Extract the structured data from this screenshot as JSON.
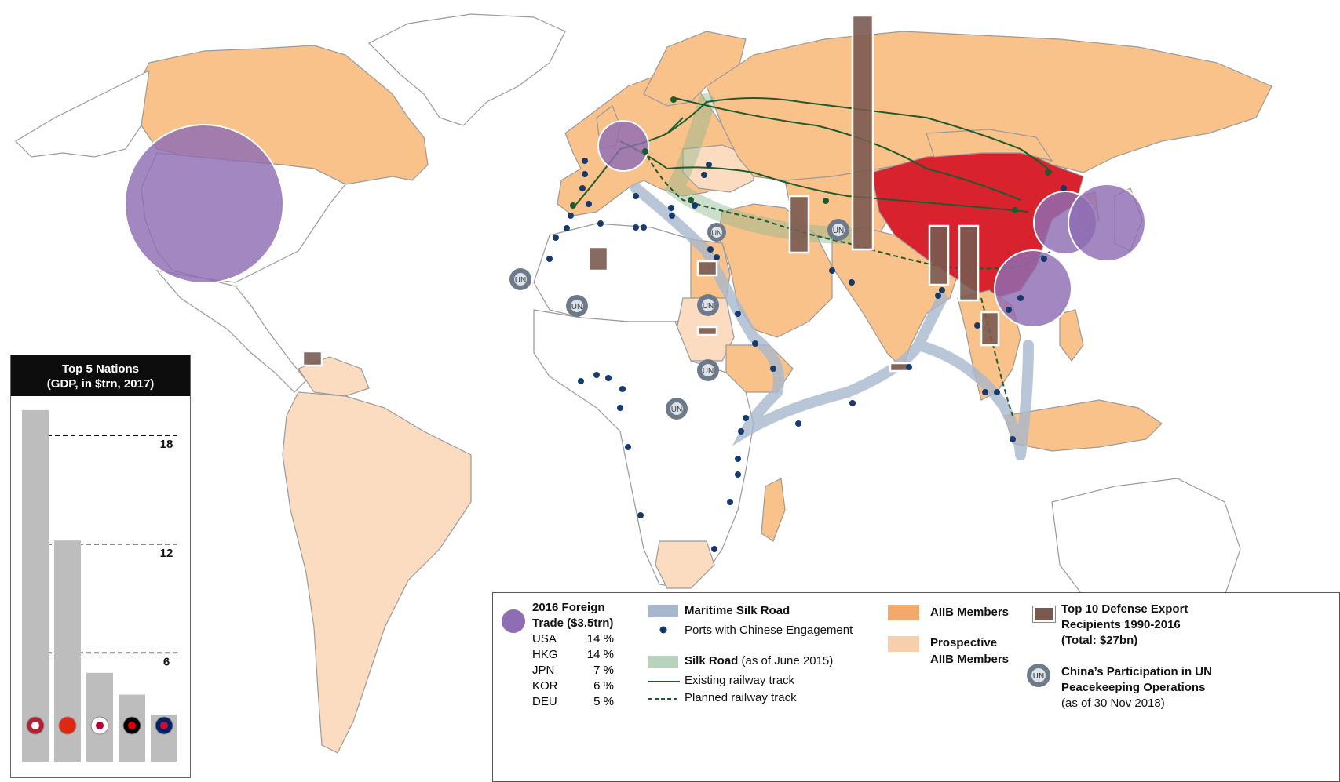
{
  "gdp_panel": {
    "title_line1": "Top 5 Nations",
    "title_line2": "(GDP, in $trn, 2017)"
  },
  "chart_data": {
    "type": "bar",
    "title": "Top 5 Nations (GDP, in $trn, 2017)",
    "categories": [
      "USA",
      "CHN",
      "JPN",
      "DEU",
      "GBR"
    ],
    "values": [
      19.4,
      12.2,
      4.9,
      3.7,
      2.6
    ],
    "yticks": [
      6,
      12,
      18
    ],
    "ylim": [
      0,
      20
    ],
    "grid": "dashed",
    "category_icons": [
      "us-flag-icon",
      "china-flag-icon",
      "japan-flag-icon",
      "germany-flag-icon",
      "uk-flag-icon"
    ]
  },
  "legend": {
    "trade_title_line1": "2016 Foreign",
    "trade_title_line2": "Trade ($3.5trn)",
    "trade_rows": [
      {
        "code": "USA",
        "pct": "14 %"
      },
      {
        "code": "HKG",
        "pct": "14 %"
      },
      {
        "code": "JPN",
        "pct": "7 %"
      },
      {
        "code": "KOR",
        "pct": "6 %"
      },
      {
        "code": "DEU",
        "pct": "5 %"
      }
    ],
    "maritime": "Maritime Silk Road",
    "ports": "Ports with Chinese Engagement",
    "silk_road_bold": "Silk Road",
    "silk_road_note": "(as of June 2015)",
    "existing_rail": "Existing railway track",
    "planned_rail": "Planned railway track",
    "aiib": "AIIB Members",
    "prospective_line1": "Prospective",
    "prospective_line2": "AIIB Members",
    "defense_line1": "Top 10 Defense Export",
    "defense_line2": "Recipients 1990-2016",
    "defense_line3": "(Total: $27bn)",
    "un_line1": "China’s Participation in UN",
    "un_line2": "Peacekeeping Operations",
    "un_line3": "(as of 30 Nov 2018)"
  },
  "colors": {
    "aiib_member": "#f9c28b",
    "prospective_member": "#fbdcc0",
    "china": "#d8222e",
    "trade_circle": "#8e6db3",
    "defense_bar": "#7a5a50",
    "port": "#163a6b",
    "rail": "#1e5a2c",
    "maritime_route": "#a7b8cd",
    "silk_road": "#8fb890"
  }
}
